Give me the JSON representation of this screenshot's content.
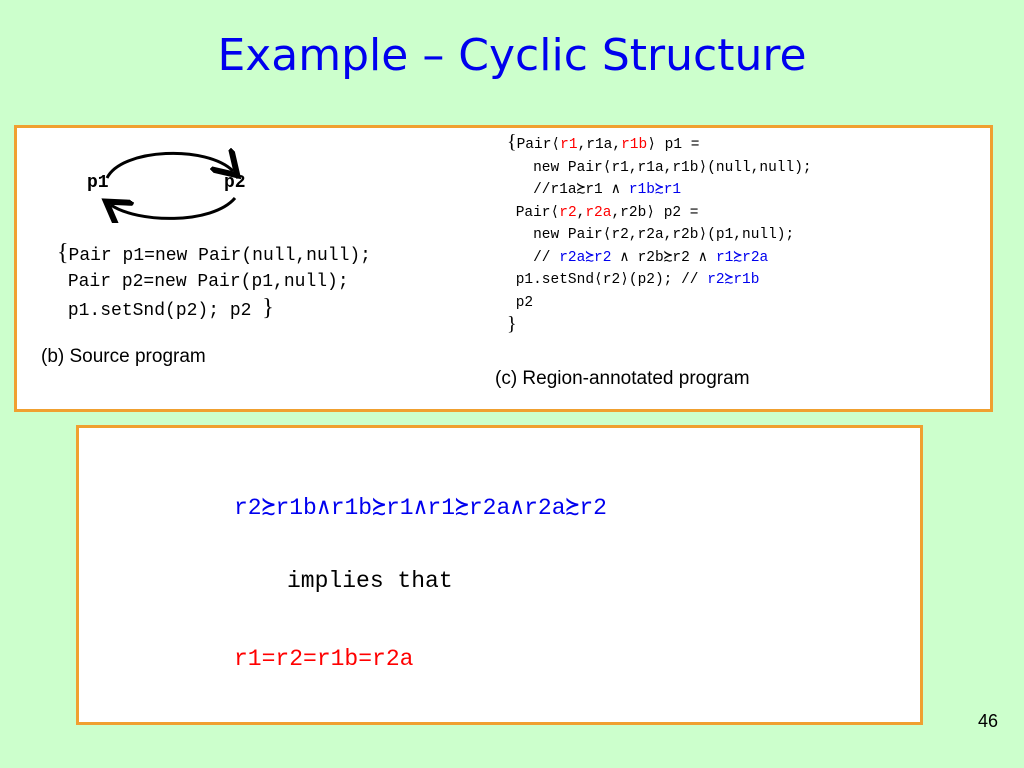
{
  "title": "Example – Cyclic Structure",
  "graph": {
    "node1": "p1",
    "node2": "p2"
  },
  "source": {
    "brace_open": "{",
    "line1": "Pair p1=new Pair(null,null);",
    "line2": "Pair p2=new Pair(p1,null);",
    "line3": "p1.setSnd(p2); p2 ",
    "brace_close": "}",
    "caption": "(b) Source program"
  },
  "annotated": {
    "brace_open": "{",
    "l1_a": "Pair⟨",
    "l1_b": "r1",
    "l1_c": ",r1a,",
    "l1_d": "r1b",
    "l1_e": "⟩ p1 =",
    "l2": "   new Pair⟨r1,r1a,r1b⟩(null,null);",
    "l3_a": "   //r1a≿r1 ∧ ",
    "l3_b": "r1b≿r1",
    "l4_a": " Pair⟨",
    "l4_b": "r2",
    "l4_c": ",",
    "l4_d": "r2a",
    "l4_e": ",r2b⟩ p2 =",
    "l5": "   new Pair⟨r2,r2a,r2b⟩(p1,null);",
    "l6_a": "   // ",
    "l6_b": "r2a≿r2",
    "l6_c": " ∧ r2b≿r2 ∧ ",
    "l6_d": "r1≿r2a",
    "l7_a": " p1.setSnd⟨r2⟩(p2); // ",
    "l7_b": "r2≿r1b",
    "l8": " p2",
    "brace_close": "}",
    "caption": "(c) Region-annotated program"
  },
  "implication": {
    "premise": "r2≿r1b∧r1b≿r1∧r1≿r2a∧r2a≿r2",
    "connective": "implies that",
    "conclusion": "r1=r2=r1b=r2a"
  },
  "page_number": "46",
  "colors": {
    "background": "#ccffcc",
    "border": "#f0a030",
    "title": "#0000ee",
    "red": "#ff0000",
    "blue": "#0000ee"
  }
}
